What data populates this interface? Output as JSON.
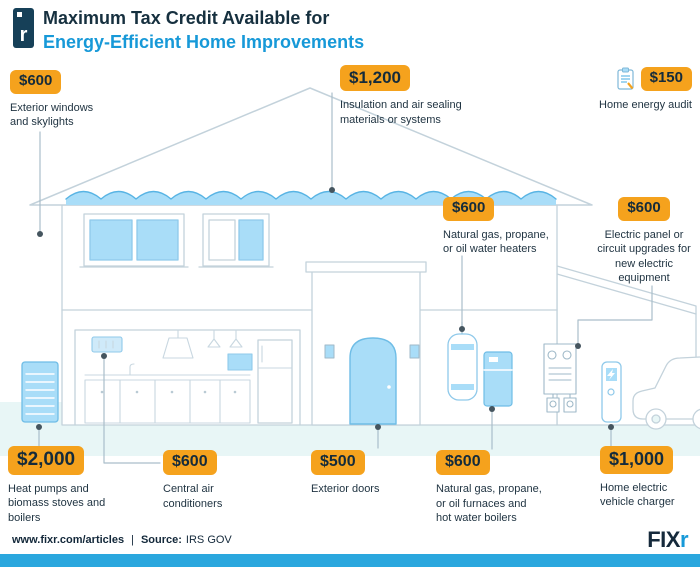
{
  "header": {
    "logo_letter": "r",
    "title_line1": "Maximum Tax Credit Available for",
    "title_line2": "Energy-Efficient Home Improvements"
  },
  "labels": [
    {
      "amount": "$600",
      "description": "Exterior windows and skylights"
    },
    {
      "amount": "$1,200",
      "description": "Insulation and air sealing materials or systems"
    },
    {
      "amount": "$150",
      "description": "Home energy audit",
      "icon": "audit-document-icon"
    },
    {
      "amount": "$600",
      "description": "Natural gas, propane, or oil water heaters"
    },
    {
      "amount": "$600",
      "description": "Electric panel or circuit upgrades for new electric equipment"
    },
    {
      "amount": "$2,000",
      "description": "Heat pumps and biomass stoves and boilers"
    },
    {
      "amount": "$600",
      "description": "Central air conditioners"
    },
    {
      "amount": "$500",
      "description": "Exterior doors"
    },
    {
      "amount": "$600",
      "description": "Natural gas, propane, or oil furnaces and hot water boilers"
    },
    {
      "amount": "$1,000",
      "description": "Home electric vehicle charger"
    }
  ],
  "footer": {
    "website": "www.fixr.com/articles",
    "separator": "|",
    "source_label": "Source:",
    "source_value": "IRS GOV",
    "brand_main": "FIX",
    "brand_accent": "r"
  },
  "colors": {
    "badge_bg": "#F5A21D",
    "accent_blue": "#1799D8",
    "title_dark": "#16303F",
    "house_blue": "#A9DDF8",
    "ground": "#E8F6F6",
    "bottom_bar": "#2AA7DE"
  }
}
